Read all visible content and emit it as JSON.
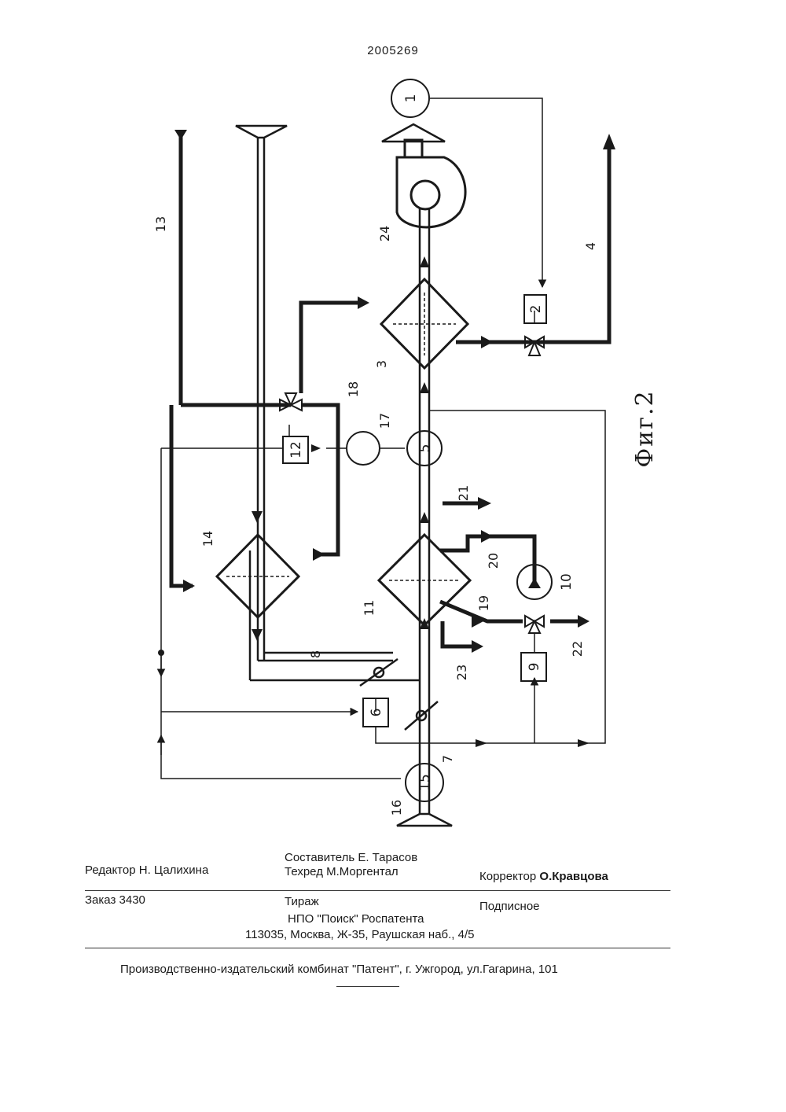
{
  "page_number": "2005269",
  "figure_caption": "Фиг.2",
  "labels": {
    "n1": "1",
    "n2": "2",
    "n3": "3",
    "n4": "4",
    "n5": "5",
    "n6": "6",
    "n7": "7",
    "n8": "8",
    "n9": "9",
    "n10": "10",
    "n11": "11",
    "n12": "12",
    "n13": "13",
    "n14": "14",
    "n15": "15",
    "n16": "16",
    "n17": "17",
    "n18": "18",
    "n19": "19",
    "n20": "20",
    "n21": "21",
    "n22": "22",
    "n23": "23",
    "n24": "24"
  },
  "imprint": {
    "editor": "Редактор   Н. Цалихина",
    "compiler": "Составитель   Е. Тарасов",
    "techred": "Техред М.Моргентал",
    "corrector_label": "Корректор",
    "corrector_name": "О.Кравцова",
    "order": "Заказ 3430",
    "print_run": "Тираж",
    "subscription": "Подписное",
    "org": "НПО \"Поиск\" Роспатента",
    "address": "113035, Москва, Ж-35, Раушская наб., 4/5",
    "plant": "Производственно-издательский комбинат \"Патент\", г. Ужгород, ул.Гагарина, 101"
  }
}
